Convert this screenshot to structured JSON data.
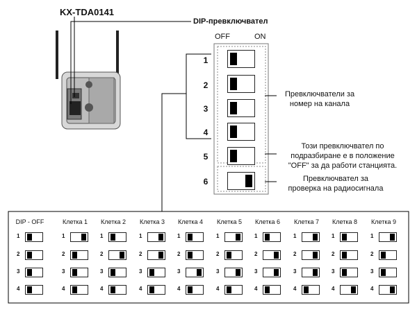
{
  "model": "KX-TDA0141",
  "dip_title": "DIP-превключвател",
  "off_label": "OFF",
  "on_label": "ON",
  "switch_numbers": [
    "1",
    "2",
    "3",
    "4",
    "5",
    "6"
  ],
  "switch_states": [
    "off",
    "off",
    "off",
    "off",
    "off",
    "on"
  ],
  "notes": {
    "channel": [
      "Превключватели за",
      "номер на канала"
    ],
    "default": [
      "Този превключвател по",
      "подразбиране е в положение",
      "\"OFF\" за да работи станцията."
    ],
    "radio": [
      "Превключвател за",
      "проверка на радиосигнала"
    ]
  },
  "table": {
    "columns": [
      "DIP - OFF",
      "Клетка 1",
      "Клетка 2",
      "Клетка 3",
      "Клетка 4",
      "Клетка 5",
      "Клетка 6",
      "Клетка 7",
      "Клетка 8",
      "Клетка 9"
    ],
    "row_labels": [
      "1",
      "2",
      "3",
      "4"
    ],
    "states": [
      [
        "off",
        "on",
        "off",
        "on",
        "off",
        "on",
        "off",
        "on",
        "off",
        "on"
      ],
      [
        "off",
        "off",
        "on",
        "on",
        "off",
        "off",
        "on",
        "on",
        "off",
        "off"
      ],
      [
        "off",
        "off",
        "off",
        "off",
        "on",
        "on",
        "on",
        "on",
        "off",
        "off"
      ],
      [
        "off",
        "off",
        "off",
        "off",
        "off",
        "off",
        "off",
        "off",
        "on",
        "on"
      ]
    ]
  }
}
